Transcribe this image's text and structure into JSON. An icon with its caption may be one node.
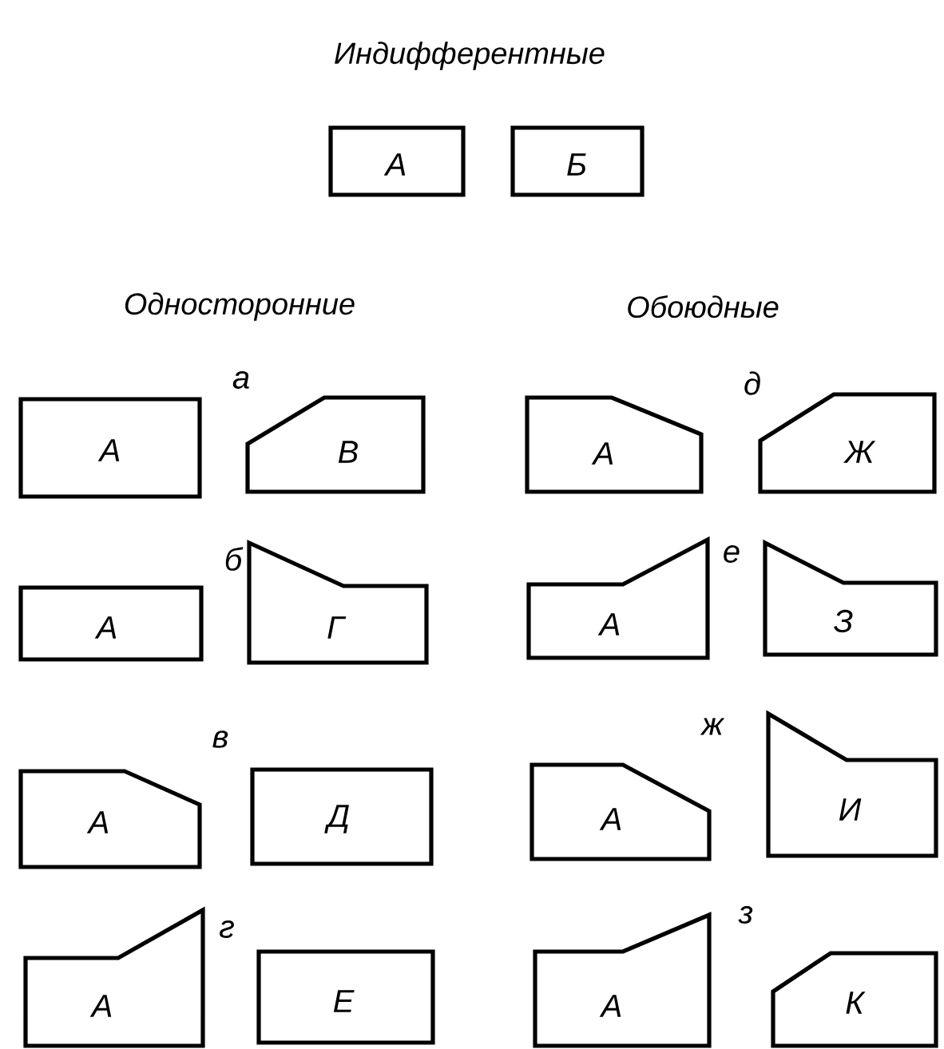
{
  "diagram": {
    "nodes": [
      {
        "text": [
          "А"
        ]
      },
      {
        "text": [
          "Б"
        ]
      },
      {
        "text": [
          "А"
        ]
      },
      {
        "text": [
          "В"
        ]
      },
      {
        "text": [
          "А"
        ]
      },
      {
        "text": [
          "Ж"
        ]
      },
      {
        "text": [
          "А"
        ]
      },
      {
        "text": [
          "Г"
        ]
      },
      {
        "text": [
          "А"
        ]
      },
      {
        "text": [
          "З"
        ]
      },
      {
        "text": [
          "А"
        ]
      },
      {
        "text": [
          "Д"
        ]
      },
      {
        "text": [
          "А"
        ]
      },
      {
        "text": [
          "И"
        ]
      },
      {
        "text": [
          "А"
        ]
      },
      {
        "text": [
          "Е"
        ]
      },
      {
        "text": [
          "А"
        ]
      },
      {
        "text": [
          "К"
        ]
      }
    ],
    "labels": [
      "Индифферентные",
      "Односторонние",
      "Обоюдные",
      "а",
      "д",
      "б",
      "е",
      "в",
      "ж",
      "г",
      "з"
    ]
  }
}
